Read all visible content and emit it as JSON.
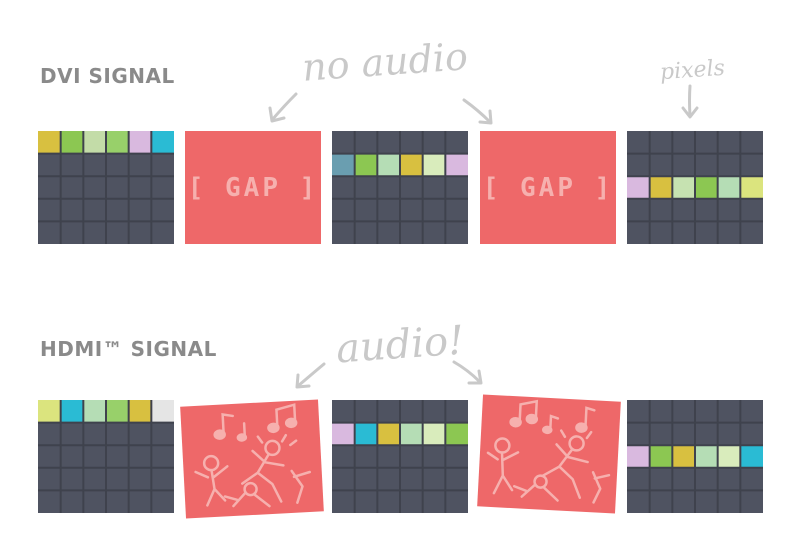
{
  "labels": {
    "dvi": "DVI SIGNAL",
    "hdmi": "HDMI™ SIGNAL",
    "no_audio": "no audio",
    "pixels": "pixels",
    "audio": "audio!"
  },
  "gap_text": "[ GAP ]",
  "icons": [
    "arrow-icon",
    "music-notes-icon",
    "dancing-figures-icon"
  ],
  "colors": {
    "frame_bg": "#4f5361",
    "grid_line": "#3f424d",
    "gap_bg": "#ee6869",
    "gap_text": "#f6b0ae",
    "label": "#8a8a8a",
    "scribble": "#c9c9c9"
  },
  "frames": {
    "dvi": [
      {
        "row": 0,
        "pixels": [
          "#d8c040",
          "#8cc752",
          "#c3dca8",
          "#98d06a",
          "#d9b9df",
          "#2abbd4"
        ]
      },
      {
        "row": 1,
        "pixels": [
          "#6a9eb0",
          "#8cc752",
          "#b5ddb5",
          "#d8c040",
          "#d9ecbc",
          "#d9b9df"
        ]
      },
      {
        "row": 2,
        "pixels": [
          "#d9b9df",
          "#d8c040",
          "#c6e2b1",
          "#8cc752",
          "#b5ddb5",
          "#dbe47e"
        ]
      }
    ],
    "hdmi": [
      {
        "row": 0,
        "pixels": [
          "#dbe47e",
          "#2abbd4",
          "#b5ddb5",
          "#98d06a",
          "#d8c040",
          "#e5e5e5"
        ]
      },
      {
        "row": 1,
        "pixels": [
          "#d9b9df",
          "#2abbd4",
          "#d8c040",
          "#b5ddb5",
          "#d9ecbc",
          "#8cc752"
        ]
      },
      {
        "row": 2,
        "pixels": [
          "#d9b9df",
          "#8cc752",
          "#d8c040",
          "#b5ddb5",
          "#d9ecbc",
          "#2abbd4"
        ]
      }
    ]
  }
}
